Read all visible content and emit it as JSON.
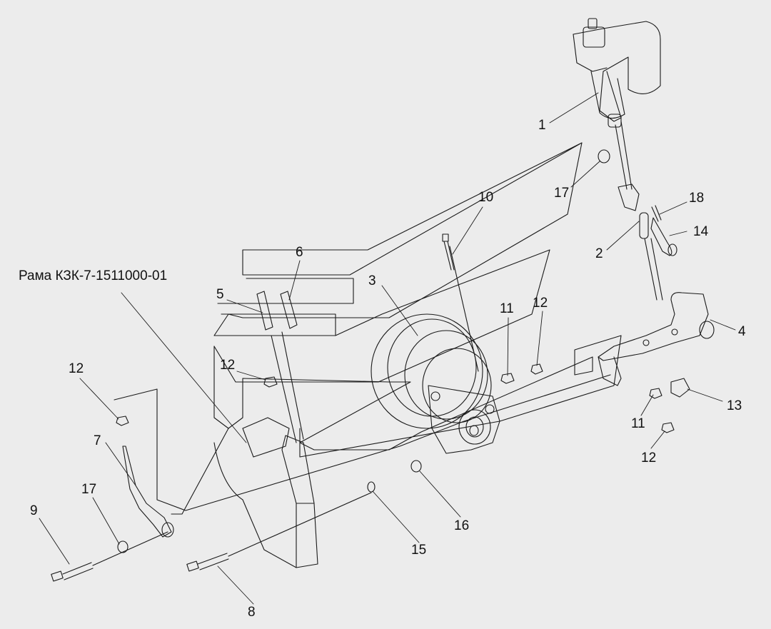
{
  "diagram": {
    "frame_label": "Рама КЗК-7-1511000-01",
    "callouts": [
      {
        "id": "c1",
        "text": "1"
      },
      {
        "id": "c2",
        "text": "2"
      },
      {
        "id": "c3",
        "text": "3"
      },
      {
        "id": "c4",
        "text": "4"
      },
      {
        "id": "c5",
        "text": "5"
      },
      {
        "id": "c6",
        "text": "6"
      },
      {
        "id": "c7",
        "text": "7"
      },
      {
        "id": "c8",
        "text": "8"
      },
      {
        "id": "c9",
        "text": "9"
      },
      {
        "id": "c10",
        "text": "10"
      },
      {
        "id": "c11a",
        "text": "11"
      },
      {
        "id": "c11b",
        "text": "11"
      },
      {
        "id": "c12a",
        "text": "12"
      },
      {
        "id": "c12b",
        "text": "12"
      },
      {
        "id": "c12c",
        "text": "12"
      },
      {
        "id": "c12d",
        "text": "12"
      },
      {
        "id": "c13",
        "text": "13"
      },
      {
        "id": "c14",
        "text": "14"
      },
      {
        "id": "c15",
        "text": "15"
      },
      {
        "id": "c16",
        "text": "16"
      },
      {
        "id": "c17a",
        "text": "17"
      },
      {
        "id": "c17b",
        "text": "17"
      },
      {
        "id": "c18",
        "text": "18"
      }
    ]
  }
}
